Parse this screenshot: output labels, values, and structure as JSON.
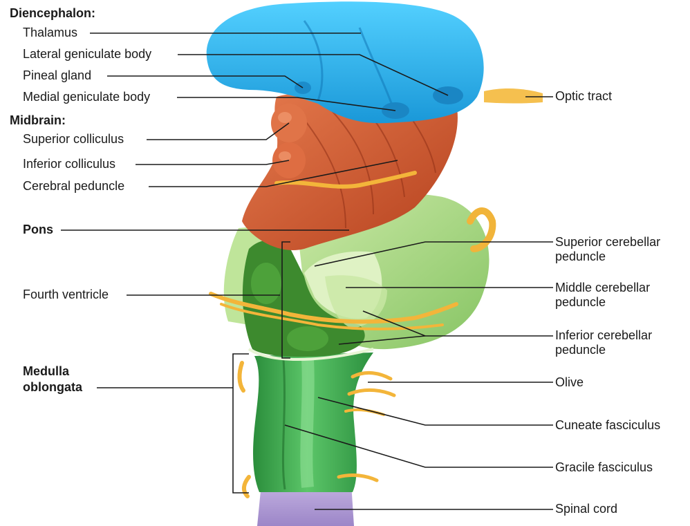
{
  "diagram": {
    "groups": {
      "diencephalon": "Diencephalon:",
      "midbrain": "Midbrain:"
    },
    "labels": {
      "thalamus": "Thalamus",
      "lateral_geniculate": "Lateral geniculate body",
      "pineal": "Pineal gland",
      "medial_geniculate": "Medial geniculate body",
      "optic_tract": "Optic tract",
      "superior_colliculus": "Superior colliculus",
      "inferior_colliculus": "Inferior colliculus",
      "cerebral_peduncle": "Cerebral peduncle",
      "pons": "Pons",
      "fourth_ventricle": "Fourth ventricle",
      "superior_cerebellar": [
        "Superior cerebellar",
        "peduncle"
      ],
      "middle_cerebellar": [
        "Middle cerebellar",
        "peduncle"
      ],
      "inferior_cerebellar": [
        "Inferior cerebellar",
        "peduncle"
      ],
      "medulla": [
        "Medulla",
        "oblongata"
      ],
      "olive": "Olive",
      "cuneate": "Cuneate fasciculus",
      "gracile": "Gracile fasciculus",
      "spinal_cord": "Spinal cord"
    },
    "colors": {
      "diencephalon": "#2fb4ee",
      "midbrain": "#c8502a",
      "pons_cerebellum": "#9bd27a",
      "fourth_ventricle": "#3f8a2a",
      "medulla": "#2f9f45",
      "nerves": "#f3b53a",
      "spinal_cord": "#b8a2d6",
      "leader_lines": "#1a1a1a"
    }
  }
}
